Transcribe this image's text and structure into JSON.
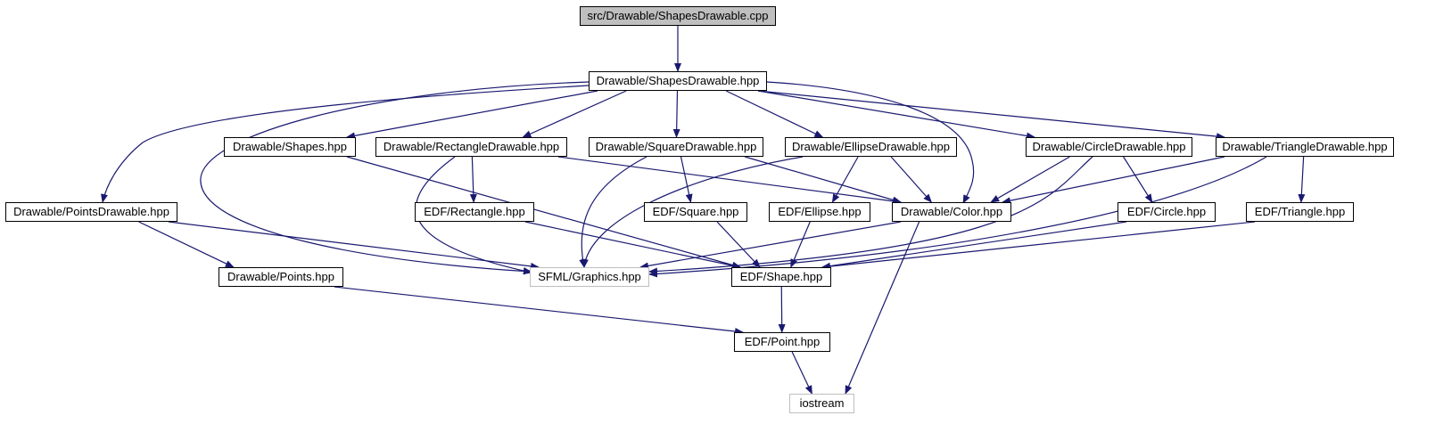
{
  "colors": {
    "edge": "#191970",
    "root_fill": "#bfbfbf",
    "external_border": "#bfbfbf"
  },
  "nodes": {
    "root": {
      "label": "src/Drawable/ShapesDrawable.cpp"
    },
    "shapes_drawable_hpp": {
      "label": "Drawable/ShapesDrawable.hpp"
    },
    "shapes_hpp": {
      "label": "Drawable/Shapes.hpp"
    },
    "rectangle_drawable": {
      "label": "Drawable/RectangleDrawable.hpp"
    },
    "square_drawable": {
      "label": "Drawable/SquareDrawable.hpp"
    },
    "ellipse_drawable": {
      "label": "Drawable/EllipseDrawable.hpp"
    },
    "circle_drawable": {
      "label": "Drawable/CircleDrawable.hpp"
    },
    "triangle_drawable": {
      "label": "Drawable/TriangleDrawable.hpp"
    },
    "points_drawable": {
      "label": "Drawable/PointsDrawable.hpp"
    },
    "edf_rectangle": {
      "label": "EDF/Rectangle.hpp"
    },
    "edf_square": {
      "label": "EDF/Square.hpp"
    },
    "edf_ellipse": {
      "label": "EDF/Ellipse.hpp"
    },
    "color_hpp": {
      "label": "Drawable/Color.hpp"
    },
    "edf_circle": {
      "label": "EDF/Circle.hpp"
    },
    "edf_triangle": {
      "label": "EDF/Triangle.hpp"
    },
    "points_hpp": {
      "label": "Drawable/Points.hpp"
    },
    "sfml_graphics": {
      "label": "SFML/Graphics.hpp"
    },
    "edf_shape": {
      "label": "EDF/Shape.hpp"
    },
    "edf_point": {
      "label": "EDF/Point.hpp"
    },
    "iostream": {
      "label": "iostream"
    }
  },
  "edges": [
    [
      "root",
      "shapes_drawable_hpp"
    ],
    [
      "shapes_drawable_hpp",
      "shapes_hpp"
    ],
    [
      "shapes_drawable_hpp",
      "rectangle_drawable"
    ],
    [
      "shapes_drawable_hpp",
      "square_drawable"
    ],
    [
      "shapes_drawable_hpp",
      "ellipse_drawable"
    ],
    [
      "shapes_drawable_hpp",
      "circle_drawable"
    ],
    [
      "shapes_drawable_hpp",
      "triangle_drawable"
    ],
    [
      "shapes_drawable_hpp",
      "points_drawable"
    ],
    [
      "shapes_drawable_hpp",
      "sfml_graphics"
    ],
    [
      "shapes_drawable_hpp",
      "color_hpp"
    ],
    [
      "shapes_hpp",
      "edf_shape"
    ],
    [
      "rectangle_drawable",
      "edf_rectangle"
    ],
    [
      "rectangle_drawable",
      "sfml_graphics"
    ],
    [
      "rectangle_drawable",
      "color_hpp"
    ],
    [
      "square_drawable",
      "edf_square"
    ],
    [
      "square_drawable",
      "sfml_graphics"
    ],
    [
      "square_drawable",
      "color_hpp"
    ],
    [
      "ellipse_drawable",
      "edf_ellipse"
    ],
    [
      "ellipse_drawable",
      "sfml_graphics"
    ],
    [
      "ellipse_drawable",
      "color_hpp"
    ],
    [
      "circle_drawable",
      "edf_circle"
    ],
    [
      "circle_drawable",
      "sfml_graphics"
    ],
    [
      "circle_drawable",
      "color_hpp"
    ],
    [
      "triangle_drawable",
      "edf_triangle"
    ],
    [
      "triangle_drawable",
      "sfml_graphics"
    ],
    [
      "triangle_drawable",
      "color_hpp"
    ],
    [
      "points_drawable",
      "points_hpp"
    ],
    [
      "points_drawable",
      "sfml_graphics"
    ],
    [
      "edf_rectangle",
      "edf_shape"
    ],
    [
      "edf_square",
      "edf_shape"
    ],
    [
      "edf_ellipse",
      "edf_shape"
    ],
    [
      "edf_circle",
      "edf_shape"
    ],
    [
      "edf_triangle",
      "edf_shape"
    ],
    [
      "color_hpp",
      "sfml_graphics"
    ],
    [
      "color_hpp",
      "iostream"
    ],
    [
      "points_hpp",
      "edf_point"
    ],
    [
      "edf_shape",
      "edf_point"
    ],
    [
      "edf_point",
      "iostream"
    ]
  ]
}
